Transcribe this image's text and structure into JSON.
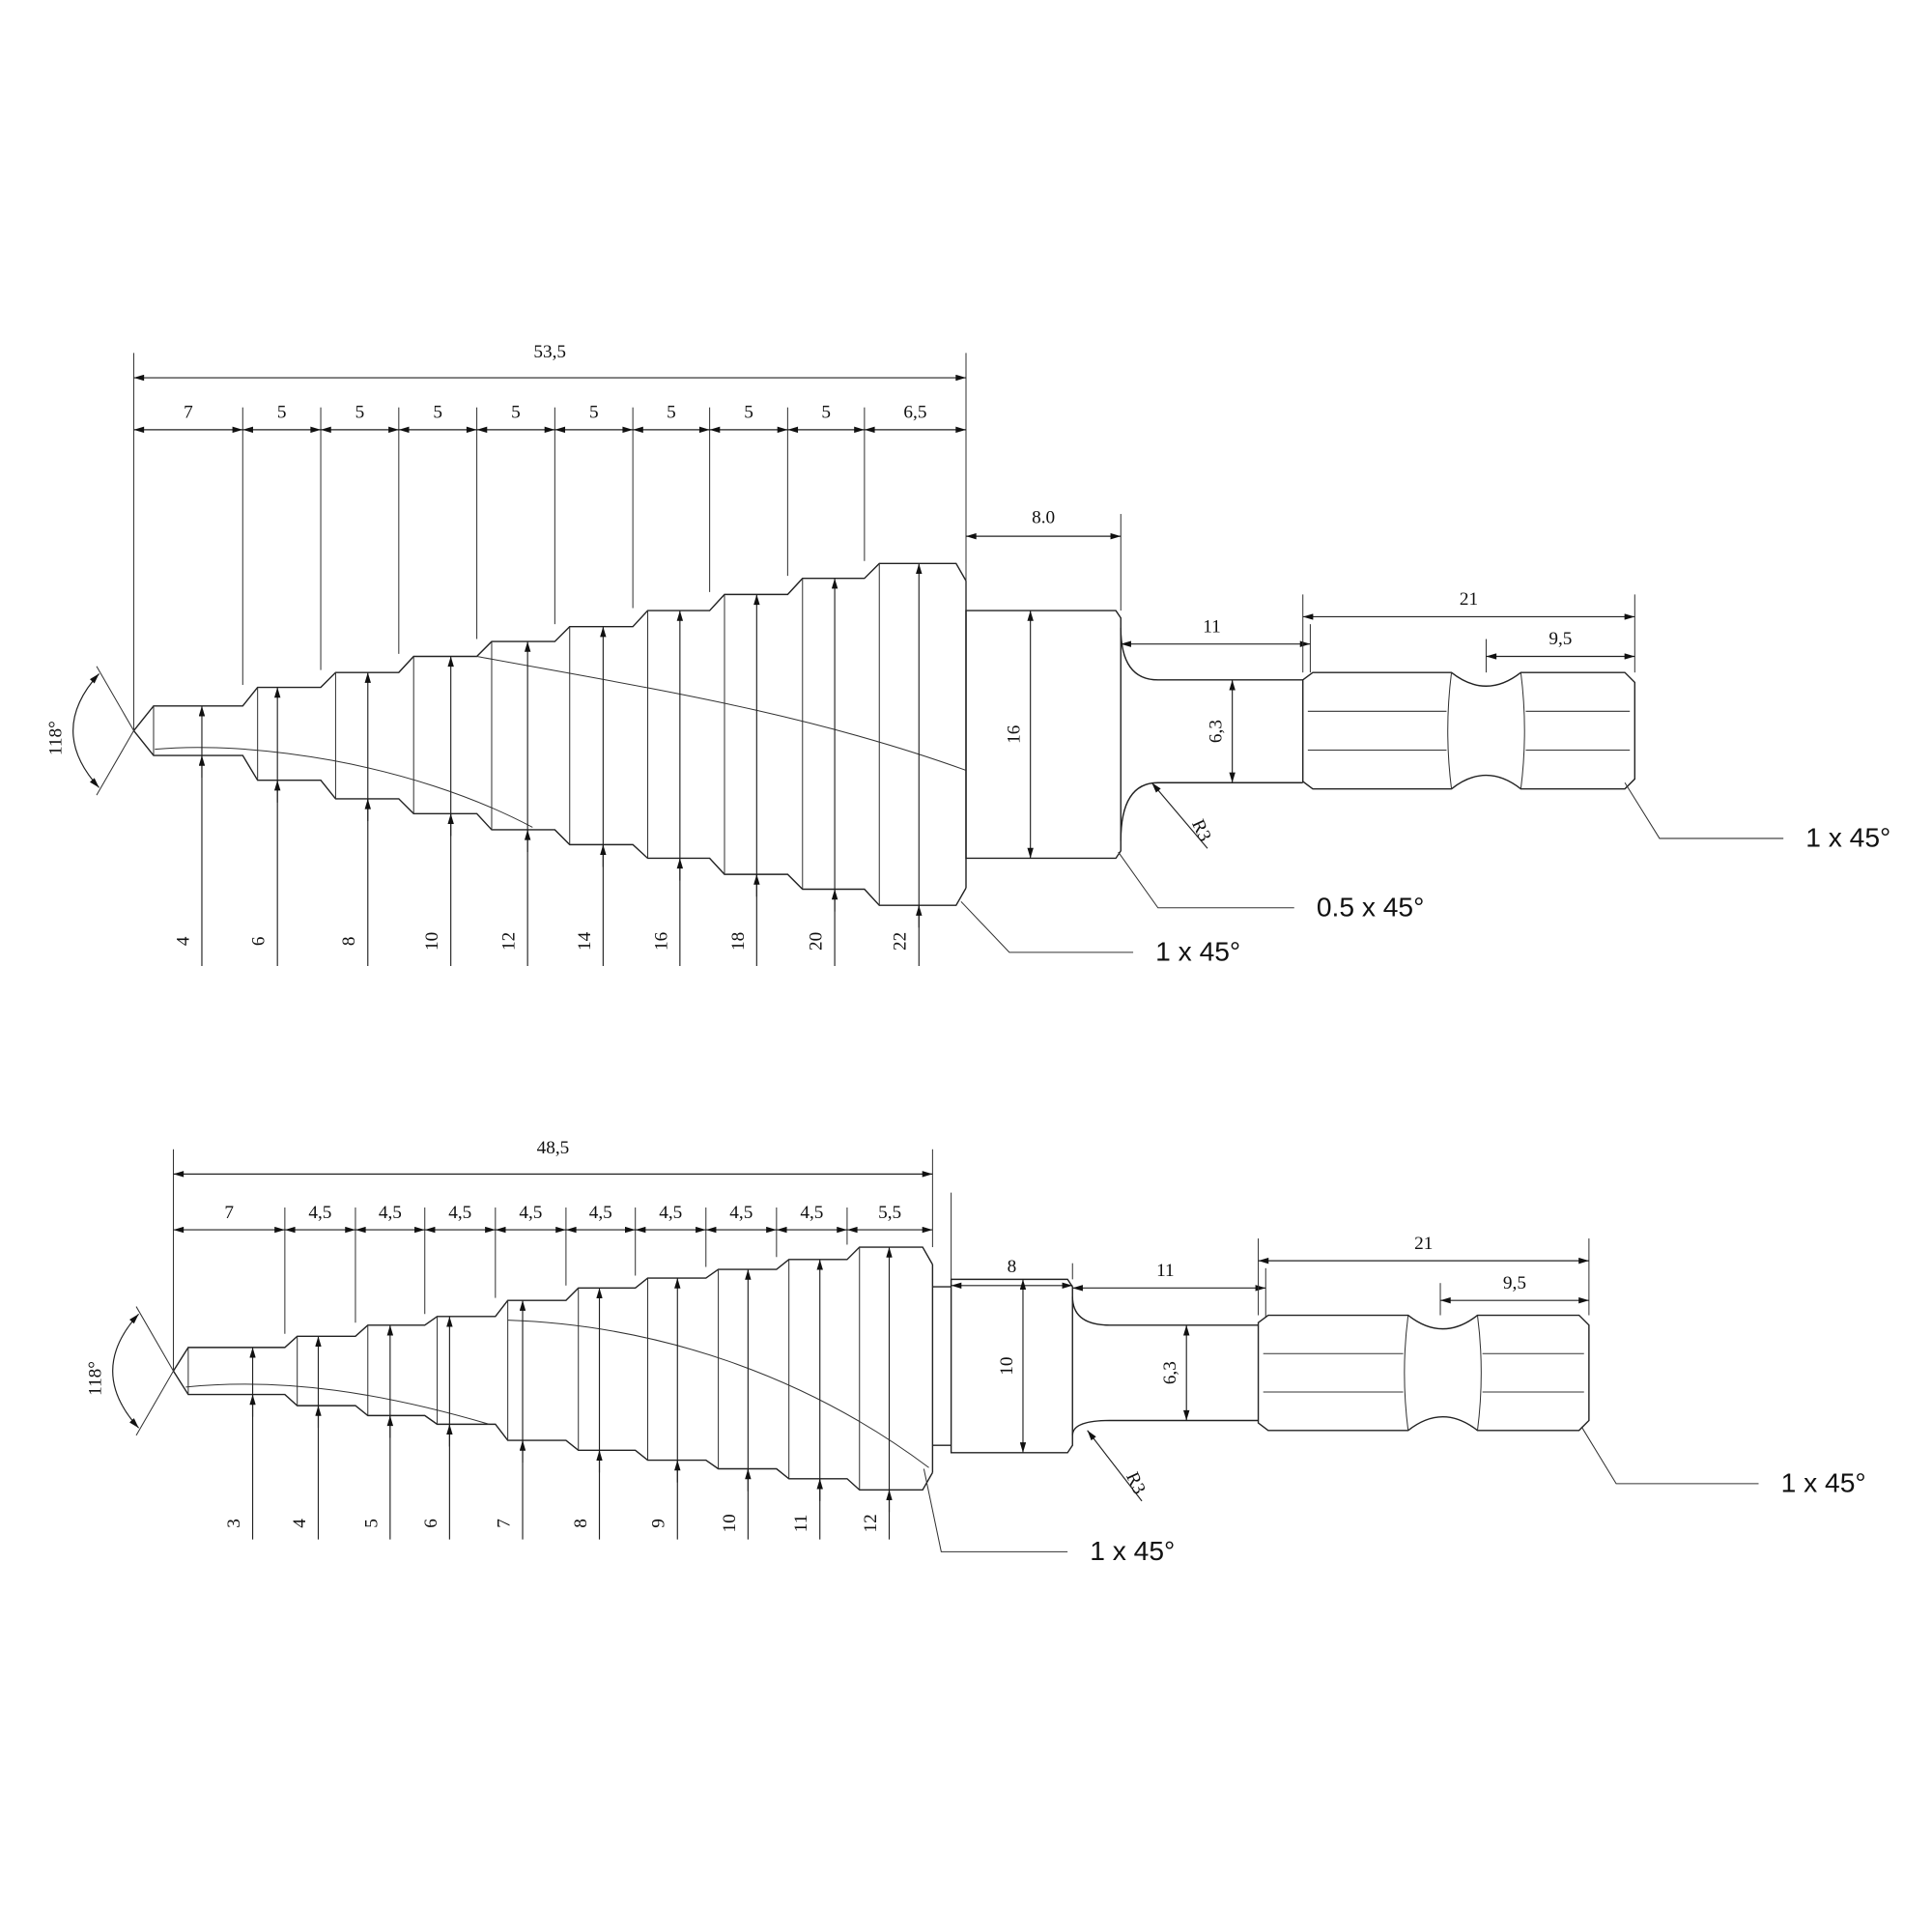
{
  "top_drill": {
    "overall_length": "53,5",
    "step_lengths": [
      "7",
      "5",
      "5",
      "5",
      "5",
      "5",
      "5",
      "5",
      "5",
      "6,5"
    ],
    "step_diameters": [
      "4",
      "6",
      "8",
      "10",
      "12",
      "14",
      "16",
      "18",
      "20",
      "22"
    ],
    "tip_angle": "118°",
    "body_length": "8.0",
    "body_diameter": "16",
    "neck_length": "11",
    "shank_diameter": "6,3",
    "hex_length": "21",
    "hex_end_length": "9,5",
    "fillet_radius": "R3",
    "callout_hex_chamfer": "1 x 45°",
    "callout_body_chamfer": "0.5 x 45°",
    "callout_step_chamfer": "1 x 45°"
  },
  "bottom_drill": {
    "overall_length": "48,5",
    "step_lengths": [
      "7",
      "4,5",
      "4,5",
      "4,5",
      "4,5",
      "4,5",
      "4,5",
      "4,5",
      "4,5",
      "5,5"
    ],
    "step_diameters": [
      "3",
      "4",
      "5",
      "6",
      "7",
      "8",
      "9",
      "10",
      "11",
      "12"
    ],
    "tip_angle": "118°",
    "body_length": "8",
    "body_diameter": "10",
    "neck_length": "11",
    "shank_diameter": "6,3",
    "hex_length": "21",
    "hex_end_length": "9,5",
    "fillet_radius": "R3",
    "callout_hex_chamfer": "1 x 45°",
    "callout_step_chamfer": "1 x 45°"
  }
}
